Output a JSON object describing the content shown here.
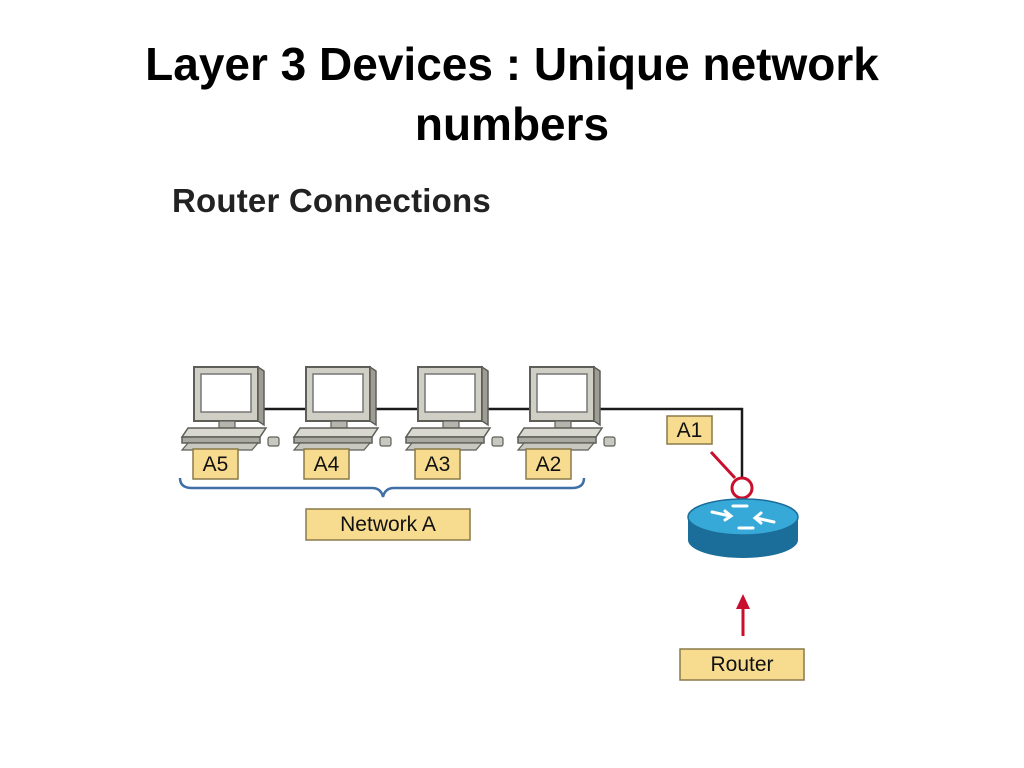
{
  "slide": {
    "title_line1": "Layer 3 Devices : Unique network",
    "title_line2": "numbers"
  },
  "diagram": {
    "heading": "Router Connections",
    "hosts": [
      {
        "label": "A5",
        "icon": "desktop-computer-icon"
      },
      {
        "label": "A4",
        "icon": "desktop-computer-icon"
      },
      {
        "label": "A3",
        "icon": "desktop-computer-icon"
      },
      {
        "label": "A2",
        "icon": "desktop-computer-icon"
      }
    ],
    "router_interface_label": "A1",
    "network_label": "Network A",
    "router_label": "Router",
    "router_icon": "router-icon",
    "colors": {
      "label_fill": "#f7dc8f",
      "label_border": "#8a7a4a",
      "brace": "#3f6fa6",
      "pointer": "#c8102e",
      "router_top": "#36a9d8",
      "router_side": "#1c6e9a",
      "computer_body": "#d3d3cb",
      "screen": "#ffffff"
    }
  }
}
